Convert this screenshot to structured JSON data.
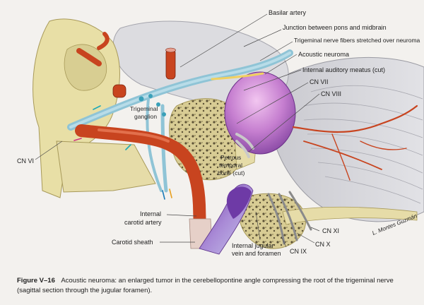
{
  "labels": {
    "basilar_artery": "Basilar artery",
    "pons_midbrain": "Junction between pons and midbrain",
    "trigeminal_fibers": "Trigeminal nerve fibers stretched over neuroma",
    "acoustic_neuroma": "Acoustic neuroma",
    "internal_auditory_meatus": "Internal auditory meatus (cut)",
    "cn_vii": "CN VII",
    "cn_viii": "CN VIII",
    "trigeminal_ganglion_1": "Trigeminal",
    "trigeminal_ganglion_2": "ganglion",
    "cn_vi": "CN VI",
    "petrous_1": "Petrous",
    "petrous_2": "temporal",
    "petrous_3": "bone (cut)",
    "internal_carotid_1": "Internal",
    "internal_carotid_2": "carotid artery",
    "carotid_sheath": "Carotid sheath",
    "jugular_1": "Internal jugular",
    "jugular_2": "vein and foramen",
    "cn_ix": "CN IX",
    "cn_x": "CN X",
    "cn_xi": "CN XI"
  },
  "signature": "L. Montes Guzmán",
  "caption": {
    "figure_label": "Figure V–16",
    "text_line1": "Acoustic neuroma: an enlarged tumor in the cerebellopontine angle compressing the root of the trigeminal nerve",
    "text_line2": "(sagittal section through the jugular foramen)."
  },
  "colors": {
    "background": "#f3f1ee",
    "bone": "#e6dca8",
    "artery": "#c8441f",
    "nerve": "#8fc4d6",
    "neuroma": "#b86cc4",
    "cerebellum": "#d4d4d8",
    "vein": "#8a4fb0"
  }
}
